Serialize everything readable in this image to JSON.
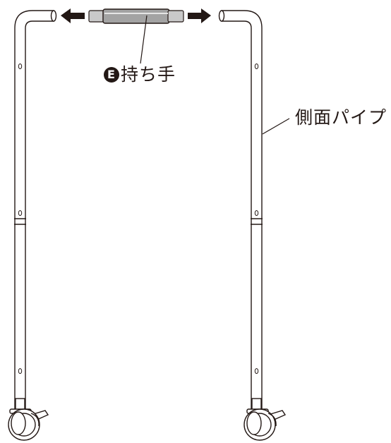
{
  "labels": {
    "handle_marker": "E",
    "handle_text": "持ち手",
    "side_pipe": "側面パイプ"
  },
  "colors": {
    "line": "#231815",
    "handle_fill": "#a3a3a3",
    "handle_shade": "#c9c9c9",
    "caster_fill": "#ffffff"
  },
  "icons": {
    "arrow_left": "arrow-left-icon",
    "arrow_right": "arrow-right-icon",
    "hole": "screw-hole-icon"
  }
}
